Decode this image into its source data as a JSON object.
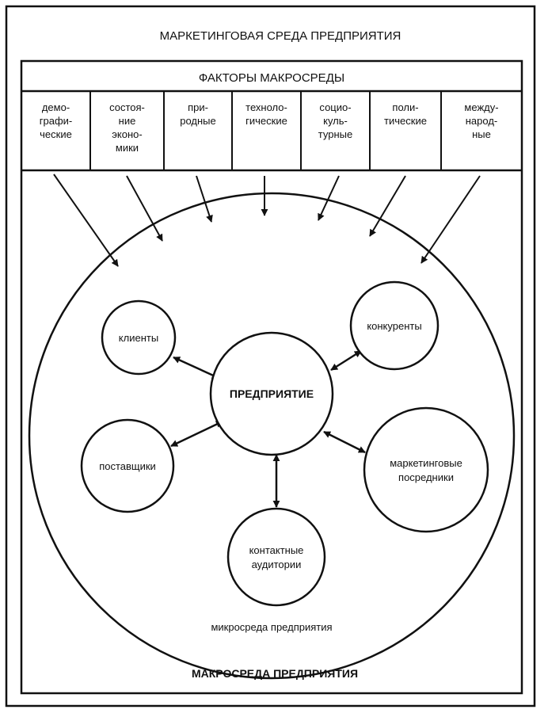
{
  "title": "МАРКЕТИНГОВАЯ СРЕДА ПРЕДПРИЯТИЯ",
  "macro_factors_header": "ФАКТОРЫ МАКРОСРЕДЫ",
  "factors": [
    {
      "id": "demographic",
      "lines": [
        "демо-",
        "графи-",
        "ческие"
      ]
    },
    {
      "id": "economic",
      "lines": [
        "состоя-",
        "ние",
        "эконо-",
        "мики"
      ]
    },
    {
      "id": "natural",
      "lines": [
        "при-",
        "родные"
      ]
    },
    {
      "id": "technological",
      "lines": [
        "техноло-",
        "гические"
      ]
    },
    {
      "id": "sociocultural",
      "lines": [
        "социо-",
        "куль-",
        "турные"
      ]
    },
    {
      "id": "political",
      "lines": [
        "поли-",
        "тические"
      ]
    },
    {
      "id": "international",
      "lines": [
        "между-",
        "народ-",
        "ные"
      ]
    }
  ],
  "center": {
    "lines": [
      "ПРЕДПРИЯТИЕ"
    ]
  },
  "actors": [
    {
      "id": "clients",
      "lines": [
        "клиенты"
      ]
    },
    {
      "id": "competitors",
      "lines": [
        "конкуренты"
      ]
    },
    {
      "id": "suppliers",
      "lines": [
        "поставщики"
      ]
    },
    {
      "id": "marketing-intermediaries",
      "lines": [
        "маркетинговые",
        "посредники"
      ]
    },
    {
      "id": "contact-audiences",
      "lines": [
        "контактные",
        "аудитории"
      ]
    }
  ],
  "micro_label": "микросреда предприятия",
  "macro_label": "МАКРОСРЕДА ПРЕДПРИЯТИЯ",
  "colors": {
    "ink": "#111111",
    "paper": "#ffffff"
  }
}
